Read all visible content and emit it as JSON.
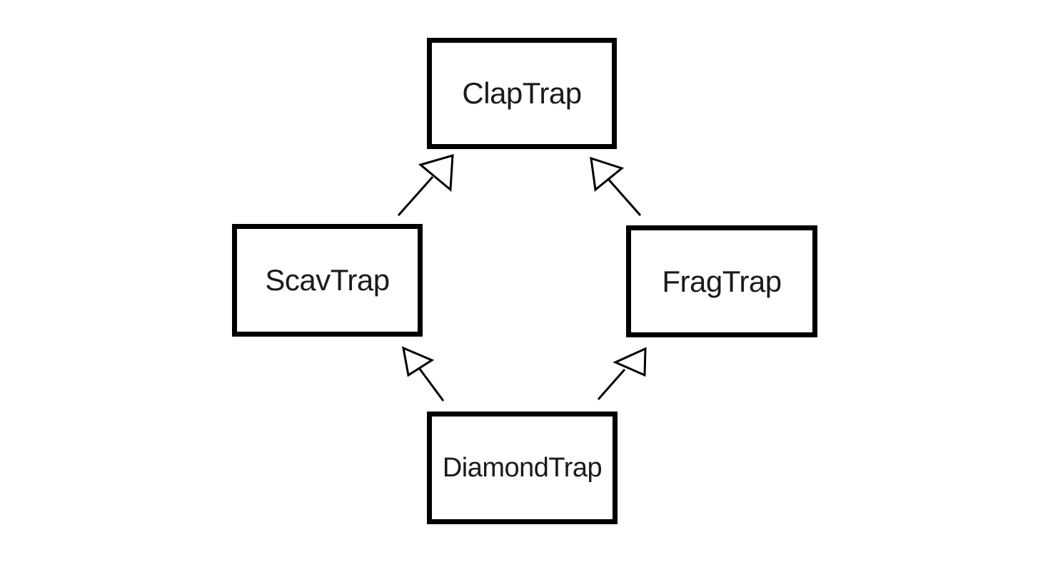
{
  "diagram": {
    "type": "inheritance-diagram",
    "nodes": {
      "clap_trap": {
        "label": "ClapTrap"
      },
      "scav_trap": {
        "label": "ScavTrap"
      },
      "frag_trap": {
        "label": "FragTrap"
      },
      "diamond_trap": {
        "label": "DiamondTrap"
      }
    },
    "edges": [
      {
        "from": "ScavTrap",
        "to": "ClapTrap",
        "style": "hollow-triangle-arrow"
      },
      {
        "from": "FragTrap",
        "to": "ClapTrap",
        "style": "hollow-triangle-arrow"
      },
      {
        "from": "DiamondTrap",
        "to": "ScavTrap",
        "style": "hollow-triangle-arrow"
      },
      {
        "from": "DiamondTrap",
        "to": "FragTrap",
        "style": "hollow-triangle-arrow"
      }
    ],
    "colors": {
      "stroke": "#000000",
      "background": "#ffffff",
      "text": "#1a1a1a"
    }
  }
}
